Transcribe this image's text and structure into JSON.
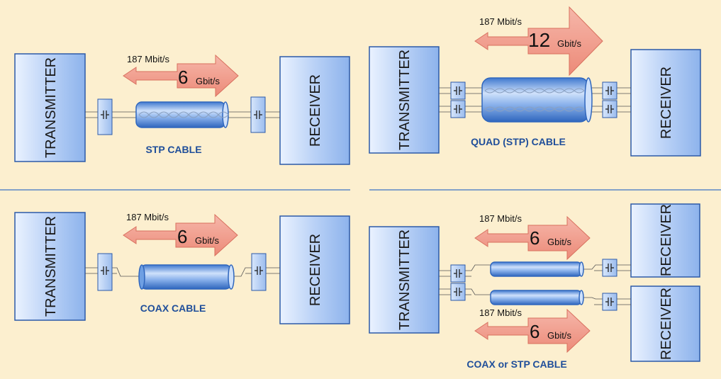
{
  "colors": {
    "background": "#fcefcf",
    "box_fill_top": "#e4efff",
    "box_fill_bottom": "#8eb4ec",
    "box_stroke": "#2c5aa8",
    "cable_fill": "#6e9fe3",
    "arrow_fill": "#f29b8c",
    "label_blue": "#1f4e9a",
    "divider": "#5b87c5"
  },
  "panels": {
    "stp": {
      "transmitter": "TRANSMITTER",
      "receiver": "RECEIVER",
      "low_rate": "187 Mbit/s",
      "high_rate_value": "6",
      "high_rate_unit": "Gbit/s",
      "cable_label": "STP CABLE"
    },
    "quad": {
      "transmitter": "TRANSMITTER",
      "receiver": "RECEIVER",
      "low_rate": "187 Mbit/s",
      "high_rate_value": "12",
      "high_rate_unit": "Gbit/s",
      "cable_label": "QUAD (STP) CABLE"
    },
    "coax": {
      "transmitter": "TRANSMITTER",
      "receiver": "RECEIVER",
      "low_rate": "187 Mbit/s",
      "high_rate_value": "6",
      "high_rate_unit": "Gbit/s",
      "cable_label": "COAX CABLE"
    },
    "dual": {
      "transmitter": "TRANSMITTER",
      "receiver_top": "RECEIVER",
      "receiver_bottom": "RECEIVER",
      "link1_low_rate": "187 Mbit/s",
      "link1_high_rate_value": "6",
      "link1_high_rate_unit": "Gbit/s",
      "link2_low_rate": "187 Mbit/s",
      "link2_high_rate_value": "6",
      "link2_high_rate_unit": "Gbit/s",
      "cable_label": "COAX or STP CABLE"
    }
  }
}
